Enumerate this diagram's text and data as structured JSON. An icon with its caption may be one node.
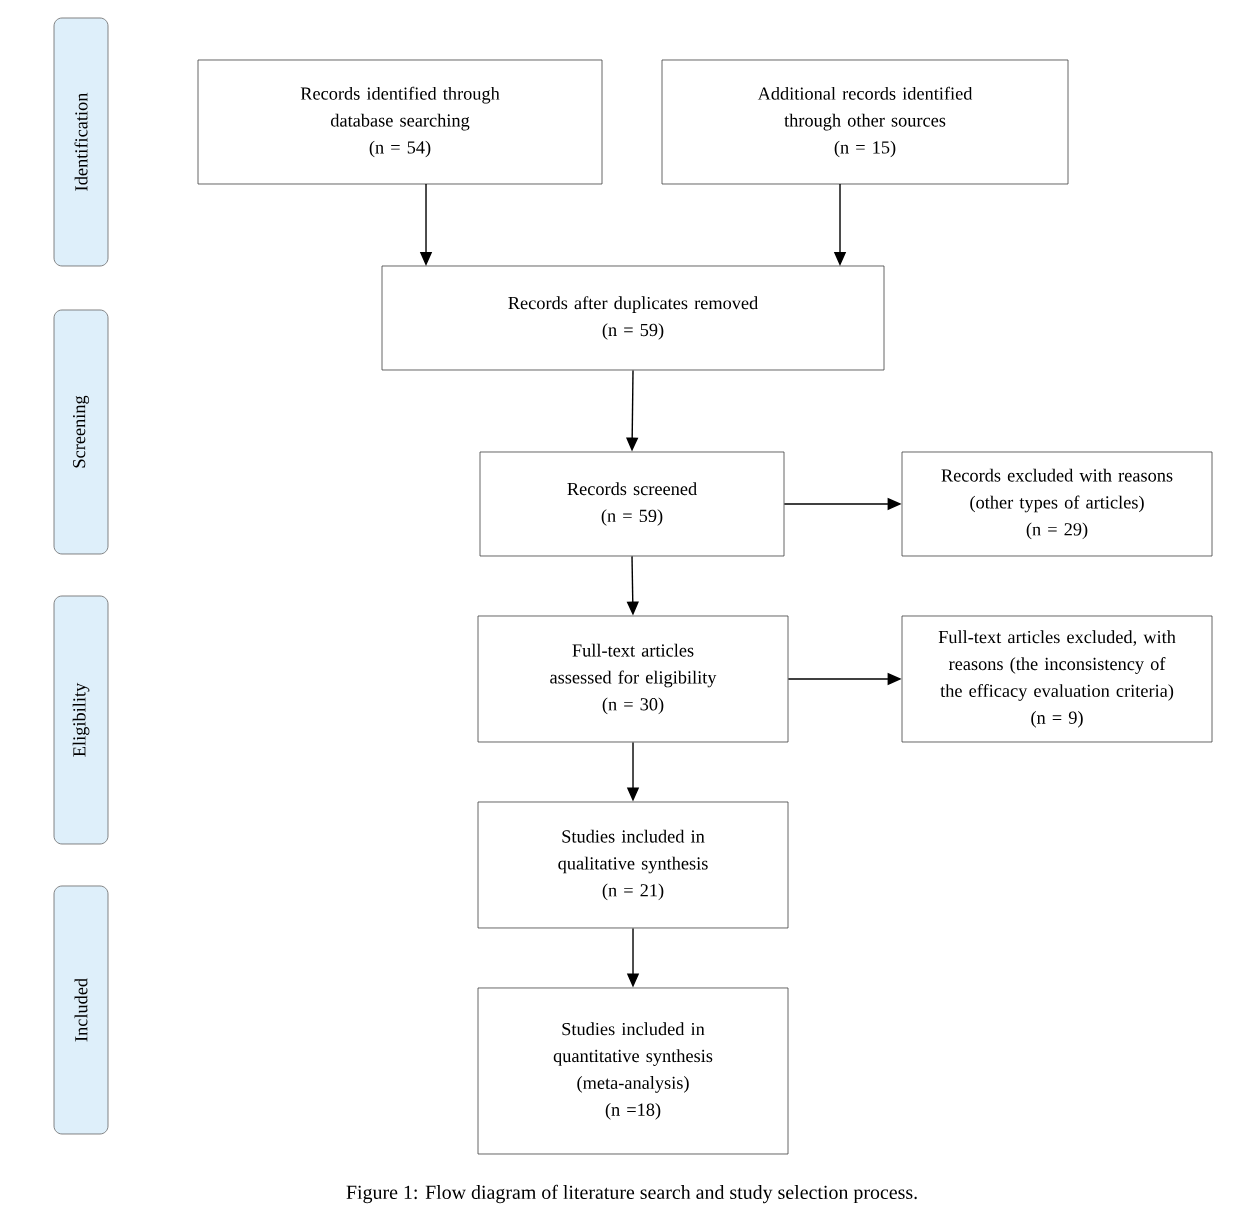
{
  "diagram": {
    "caption": "Figure 1: Flow diagram of literature search and study selection process.",
    "nodes": [
      {
        "text": [
          "Identification"
        ]
      },
      {
        "text": [
          "Screening"
        ]
      },
      {
        "text": [
          "Eligibility"
        ]
      },
      {
        "text": [
          "Included"
        ]
      },
      {
        "text": [
          "Records identified through database searching",
          "(n = 54)"
        ]
      },
      {
        "text": [
          "Additional records identified through other sources",
          "(n = 15)"
        ]
      },
      {
        "text": [
          "Records after duplicates removed",
          "(n = 59)"
        ]
      },
      {
        "text": [
          "Records screened",
          "(n = 59)"
        ]
      },
      {
        "text": [
          "Records excluded with reasons (other types of articles)",
          "(n = 29)"
        ]
      },
      {
        "text": [
          "Full-text articles assessed for eligibility",
          "(n = 30)"
        ]
      },
      {
        "text": [
          "Full-text articles excluded, with reasons (the inconsistency of the efficacy evaluation criteria)",
          "(n = 9)"
        ]
      },
      {
        "text": [
          "Studies included in qualitative synthesis",
          "(n = 21)"
        ]
      },
      {
        "text": [
          "Studies included in quantitative synthesis (meta-analysis)",
          "(n =18)"
        ]
      }
    ],
    "edges": [
      {
        "from": 4,
        "to": 6,
        "arrow": "to"
      },
      {
        "from": 5,
        "to": 6,
        "arrow": "to"
      },
      {
        "from": 6,
        "to": 7,
        "arrow": "to"
      },
      {
        "from": 7,
        "to": 8,
        "arrow": "to"
      },
      {
        "from": 7,
        "to": 9,
        "arrow": "to"
      },
      {
        "from": 9,
        "to": 10,
        "arrow": "to"
      },
      {
        "from": 9,
        "to": 11,
        "arrow": "to"
      },
      {
        "from": 11,
        "to": 12,
        "arrow": "to"
      }
    ]
  }
}
